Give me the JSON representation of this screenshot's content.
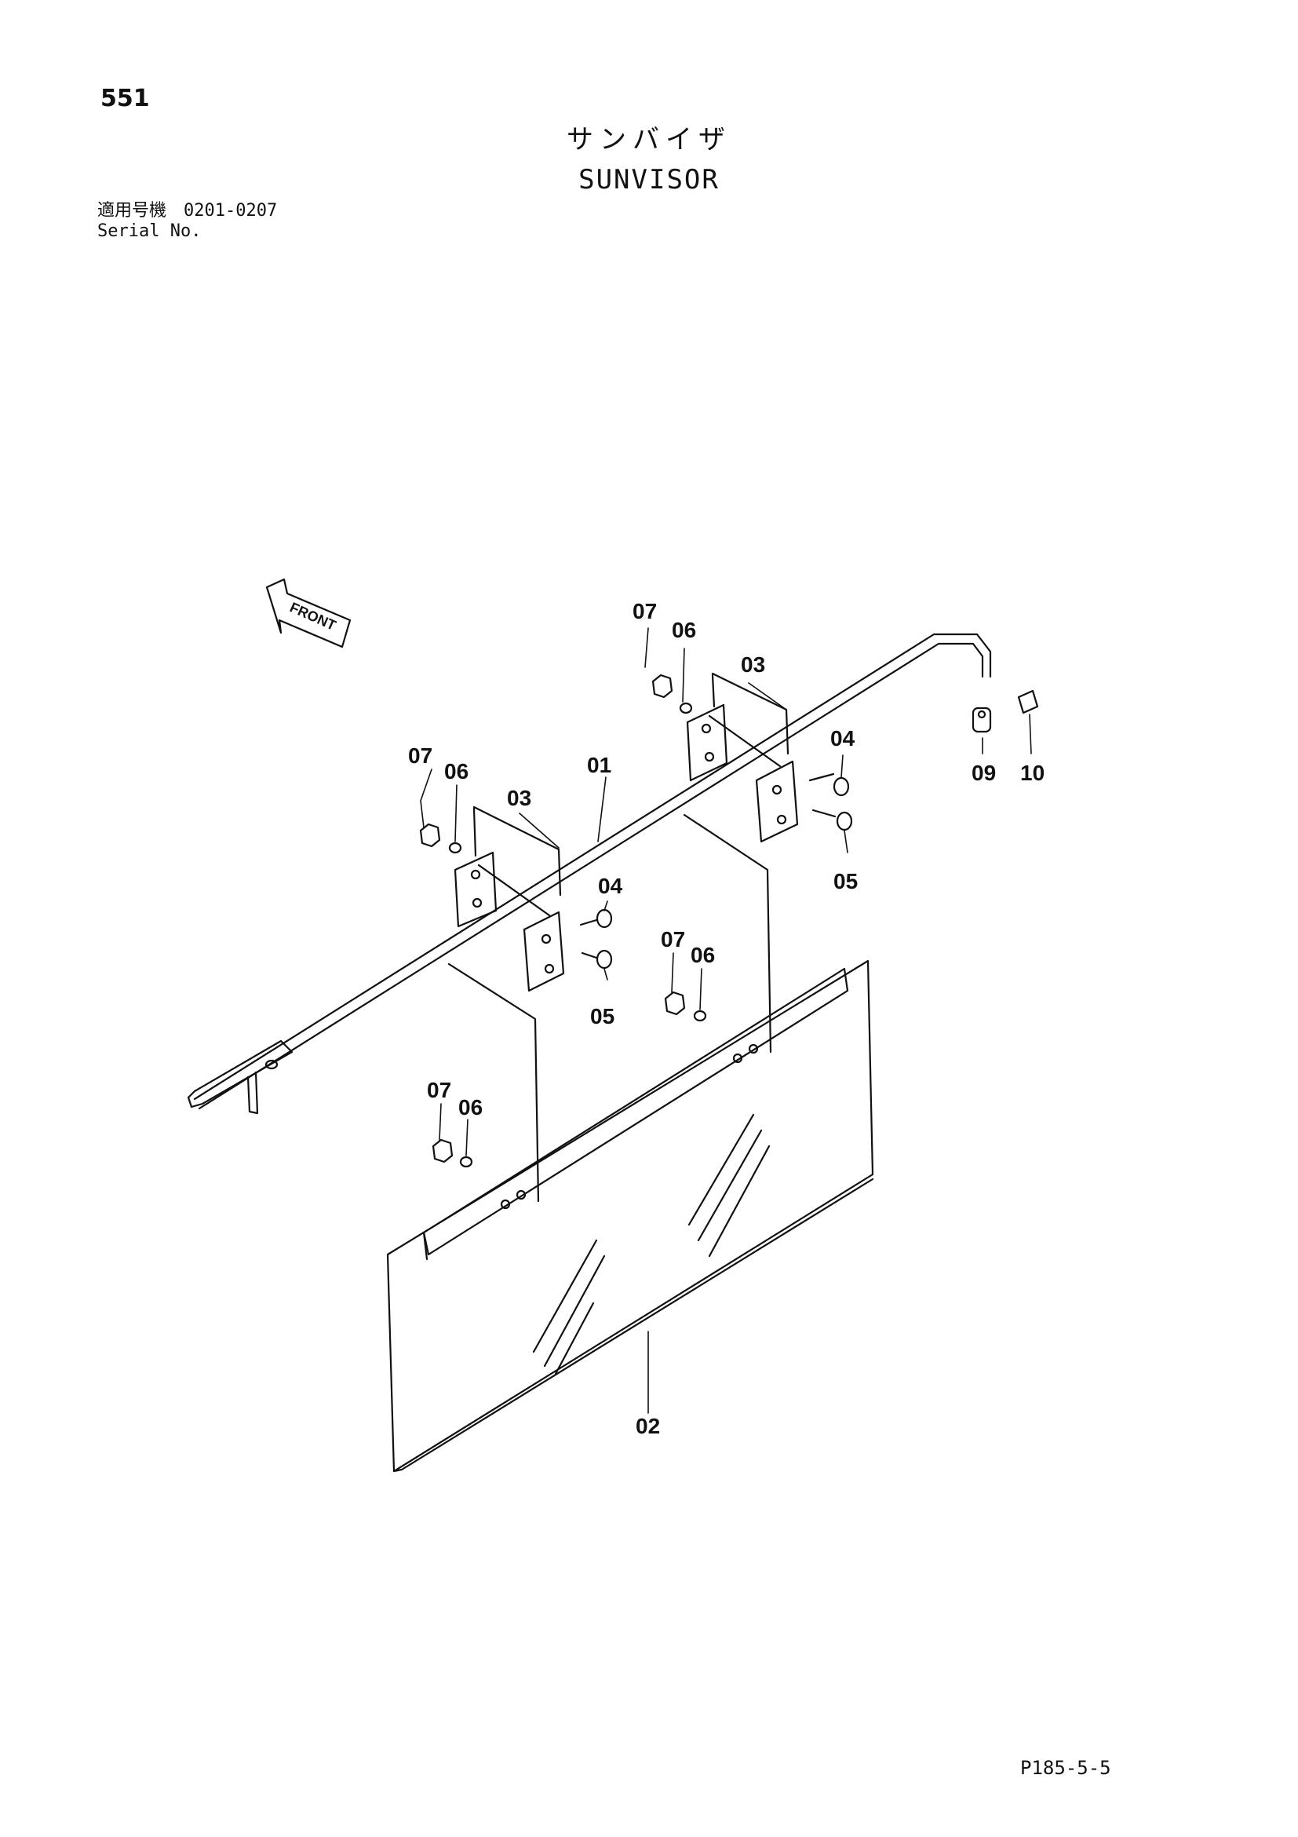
{
  "header": {
    "page_number": "551",
    "title_jp": "サンバイザ",
    "title_en": "SUNVISOR"
  },
  "serial": {
    "label_jp": "適用号機",
    "range": "0201-0207",
    "label_en": "Serial No."
  },
  "diagram": {
    "front_label": "FRONT",
    "callouts": {
      "rod": "01",
      "visor": "02",
      "bracket_left": "03",
      "bracket_right": "03",
      "screw_a_left": "04",
      "screw_a_right": "04",
      "screw_b_left": "05",
      "screw_b_right": "05",
      "washer_upper_left": "06",
      "washer_upper_right": "06",
      "washer_lower_mid": "06",
      "washer_lower_left": "06",
      "nut_upper_left": "07",
      "nut_upper_right": "07",
      "nut_lower_mid": "07",
      "nut_lower_left": "07",
      "collar": "09",
      "cap": "10"
    }
  },
  "footer": {
    "ref_code": "P185-5-5"
  }
}
